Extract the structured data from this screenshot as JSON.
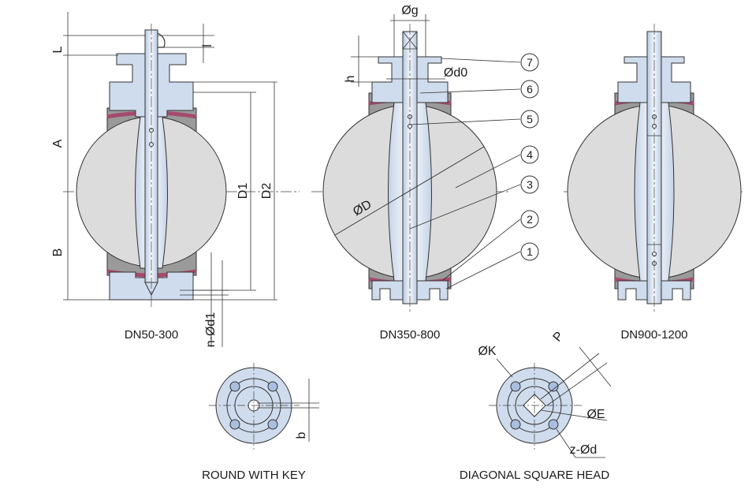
{
  "captions": {
    "view1": "DN50-300",
    "view2": "DN350-800",
    "view3": "DN900-1200",
    "round_key": "ROUND WITH KEY",
    "diagonal_square": "DIAGONAL SQUARE HEAD"
  },
  "dimensions": {
    "L": "L",
    "l": "l",
    "A": "A",
    "B": "B",
    "D1": "D1",
    "D2": "D2",
    "nd1": "n-Ød1",
    "g": "Øg",
    "h": "h",
    "d0": "Ød0",
    "D": "ØD",
    "b": "b",
    "K": "ØK",
    "P": "P",
    "E": "ØE",
    "zd": "z-Ød"
  },
  "part_numbers": [
    "1",
    "2",
    "3",
    "4",
    "5",
    "6",
    "7"
  ],
  "colors": {
    "disc": "#dcdcdc",
    "body": "#cfdced",
    "seat": "#a54a6e",
    "line": "#2a2a2a",
    "bolt": "#a9bfe0"
  }
}
